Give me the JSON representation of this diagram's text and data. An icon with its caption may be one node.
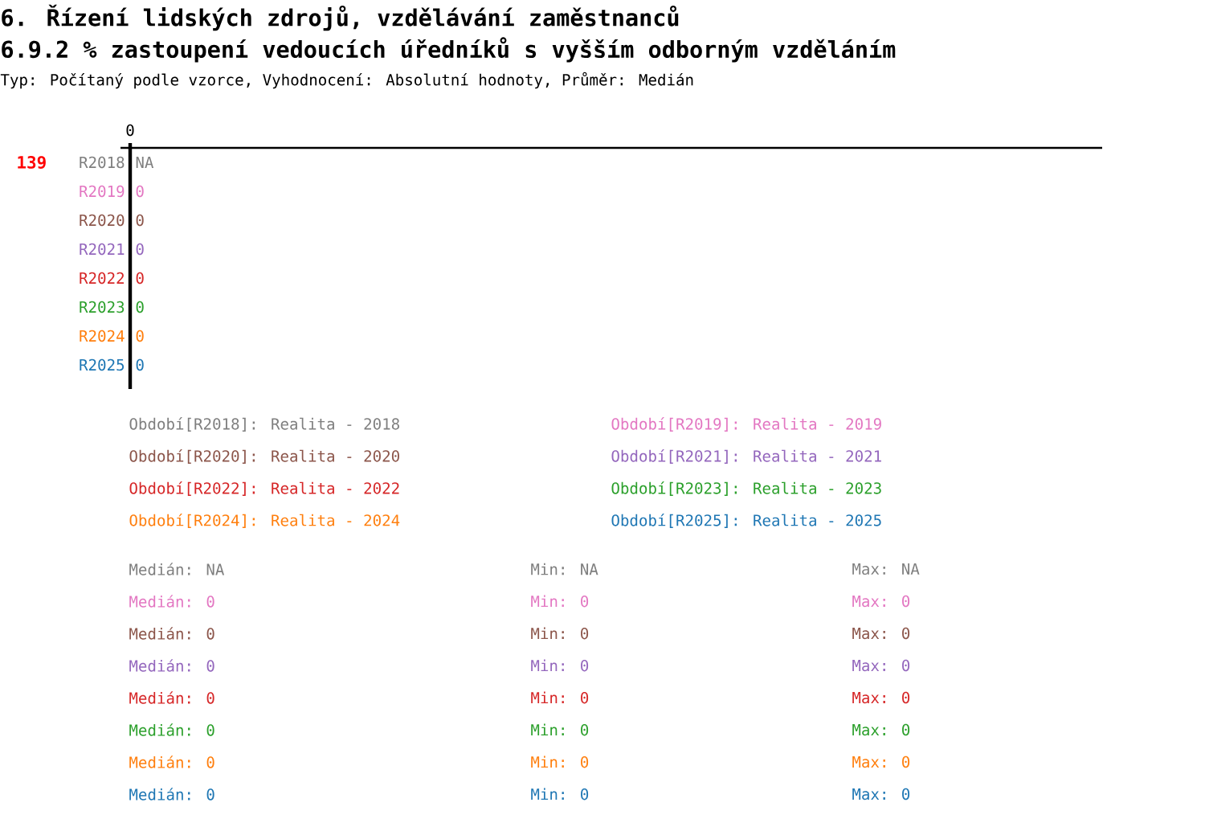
{
  "diagram": {
    "title": "6. Řízení lidských zdrojů, vzdělávání zaměstnanců",
    "labels": [
      "6.9.2 % zastoupení vedoucích úředníků s vyšším odborným vzděláním",
      "Typ: Počítaný podle vzorce, Vyhodnocení: Absolutní hodnoty, Průměr: Medián",
      "0",
      "139",
      "R2018",
      "NA",
      "R2019",
      "0",
      "R2020",
      "0",
      "R2021",
      "0",
      "R2022",
      "0",
      "R2023",
      "0",
      "R2024",
      "0",
      "R2025",
      "0",
      "Medián: NA",
      "Min: NA",
      "Max: NA",
      "Medián: 0",
      "Min: 0",
      "Max: 0",
      "Medián: 0",
      "Min: 0",
      "Max: 0",
      "Medián: 0",
      "Min: 0",
      "Max: 0",
      "Medián: 0",
      "Min: 0",
      "Max: 0",
      "Medián: 0",
      "Min: 0",
      "Max: 0",
      "Medián: 0",
      "Min: 0",
      "Max: 0",
      "Medián: 0",
      "Min: 0",
      "Max: 0"
    ],
    "legend": [
      {
        "text": "Období[R2018]: Realita - 2018",
        "color": "#7f7f7f"
      },
      {
        "text": "Období[R2019]: Realita - 2019",
        "color": "#e377c2"
      },
      {
        "text": "Období[R2020]: Realita - 2020",
        "color": "#8c564b"
      },
      {
        "text": "Období[R2021]: Realita - 2021",
        "color": "#9467bd"
      },
      {
        "text": "Období[R2022]: Realita - 2022",
        "color": "#d62728"
      },
      {
        "text": "Období[R2023]: Realita - 2023",
        "color": "#2ca02c"
      },
      {
        "text": "Období[R2024]: Realita - 2024",
        "color": "#ff7f0e"
      },
      {
        "text": "Období[R2025]: Realita - 2025",
        "color": "#1f77b4"
      }
    ]
  }
}
